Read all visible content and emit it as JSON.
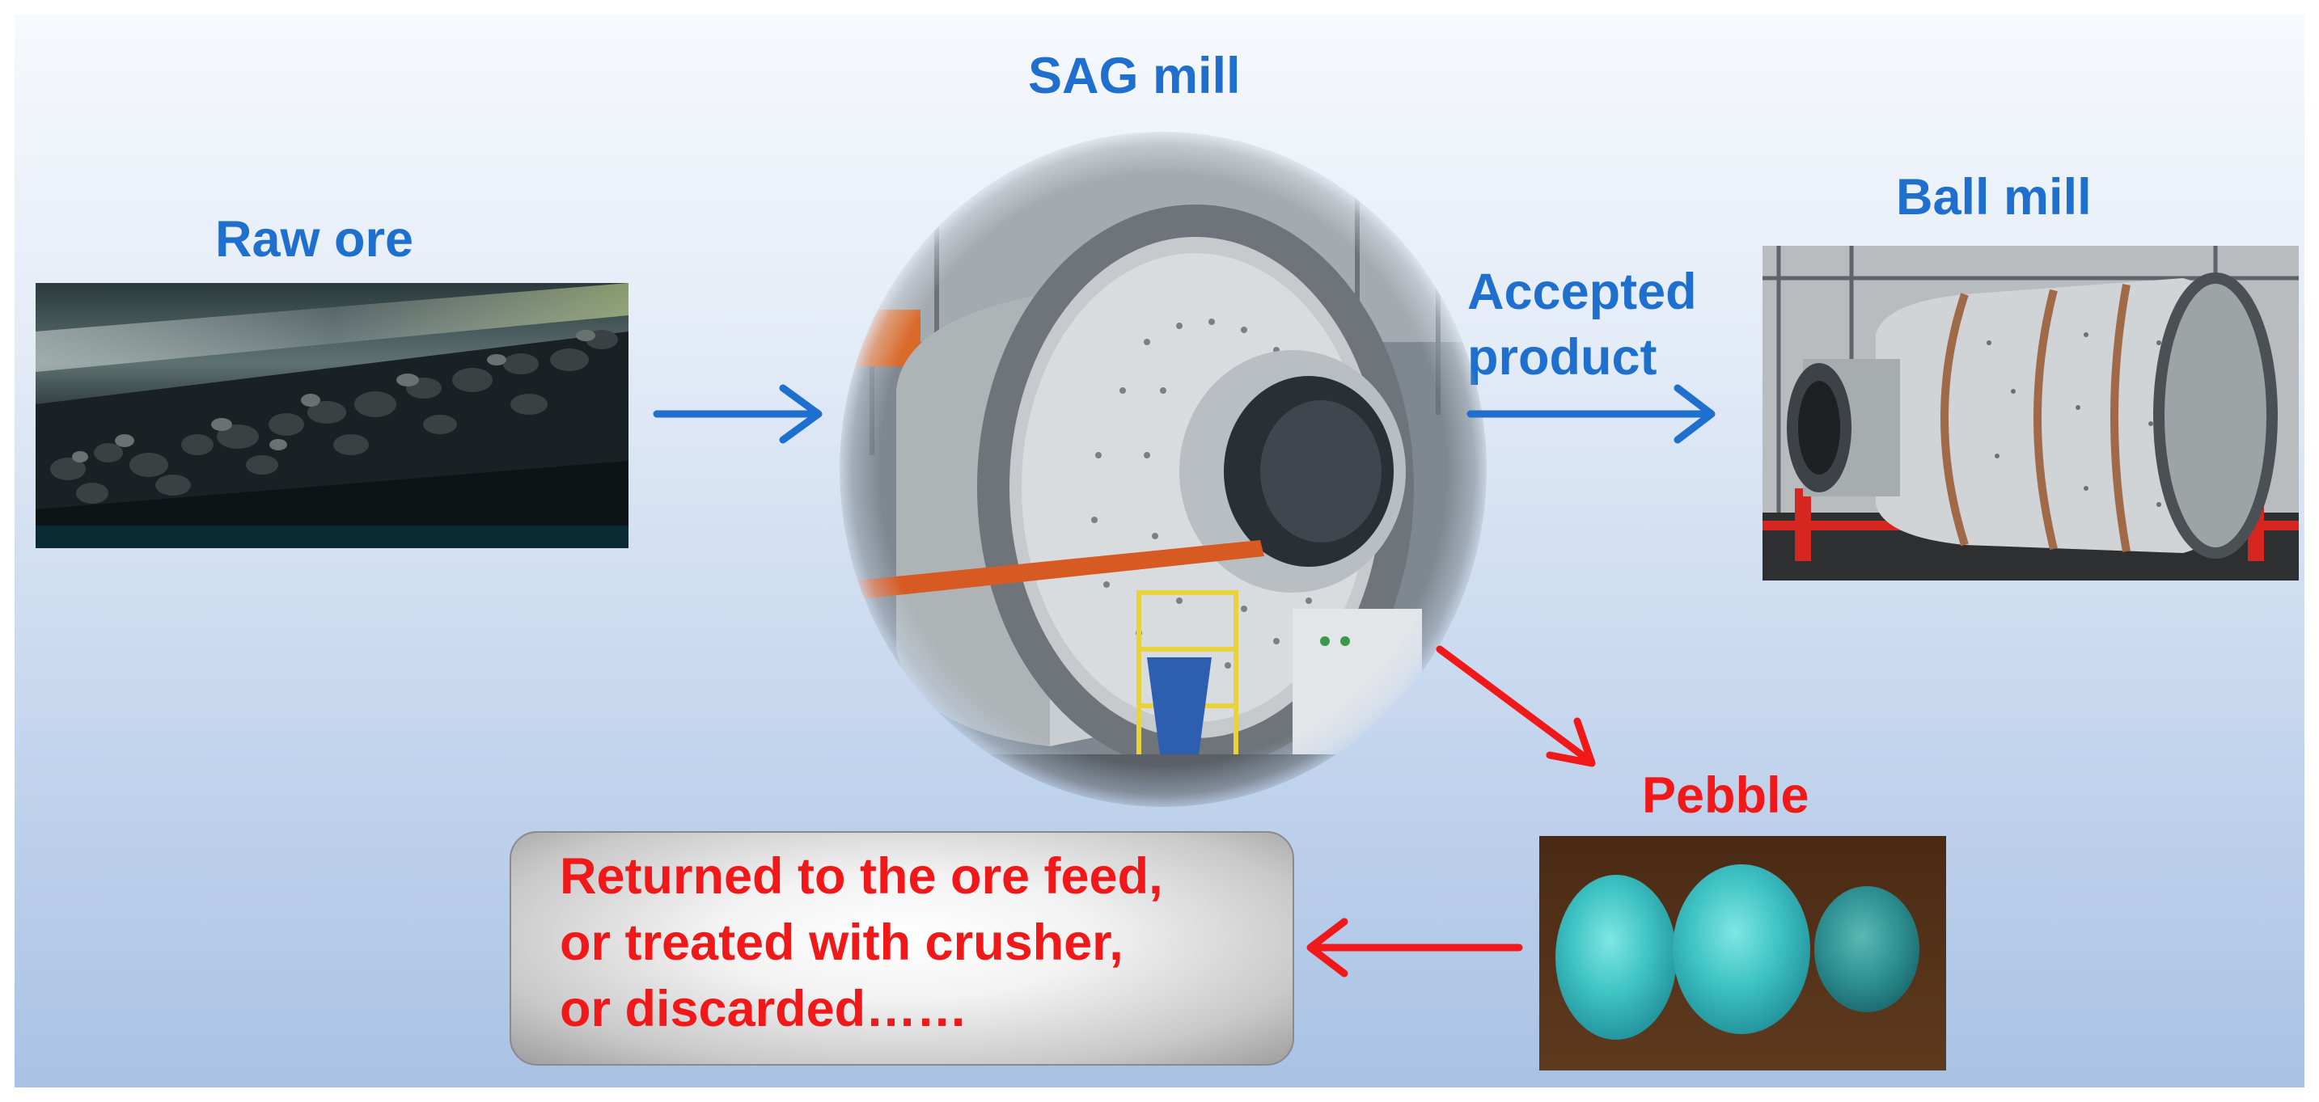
{
  "labels": {
    "sag_mill": "SAG mill",
    "raw_ore": "Raw ore",
    "ball_mill": "Ball mill",
    "accepted_line1": "Accepted",
    "accepted_line2": "product",
    "pebble": "Pebble"
  },
  "result_box": {
    "lines": [
      "Returned to the ore feed,",
      "or treated with crusher,",
      "or discarded……"
    ]
  },
  "colors": {
    "blue_text": "#1f6fcf",
    "blue_arrow": "#1f6fcf",
    "red_text": "#f01818",
    "red_arrow": "#f01818"
  },
  "images": {
    "raw_ore": "conveyor-belt-with-ore-photo",
    "sag_mill": "sag-mill-photo",
    "ball_mill": "ball-mill-photo",
    "pebble": "three-turquoise-pebbles-photo"
  }
}
